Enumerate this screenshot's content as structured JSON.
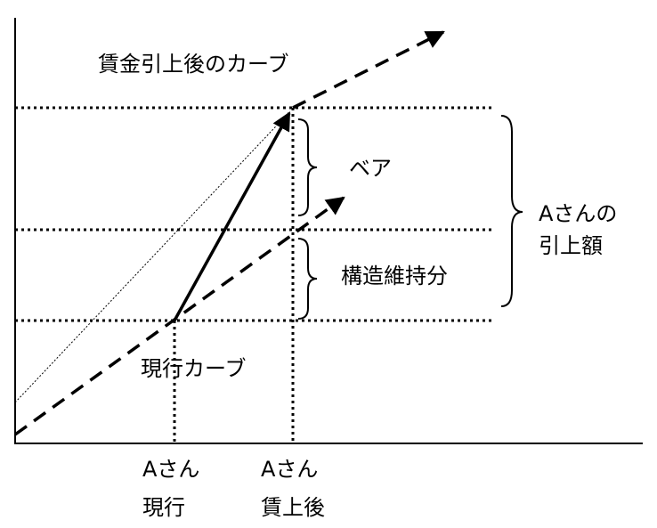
{
  "labels": {
    "raised_curve": "賃金引上後のカーブ",
    "current_curve": "現行カーブ",
    "base_up": "ベア",
    "structure": "構造維持分",
    "total_line1": "Aさんの",
    "total_line2": "引上額",
    "x_current_line1": "Aさん",
    "x_current_line2": "現行",
    "x_after_line1": "Aさん",
    "x_after_line2": "賃上後"
  },
  "colors": {
    "ink": "#000000",
    "background": "#ffffff"
  }
}
